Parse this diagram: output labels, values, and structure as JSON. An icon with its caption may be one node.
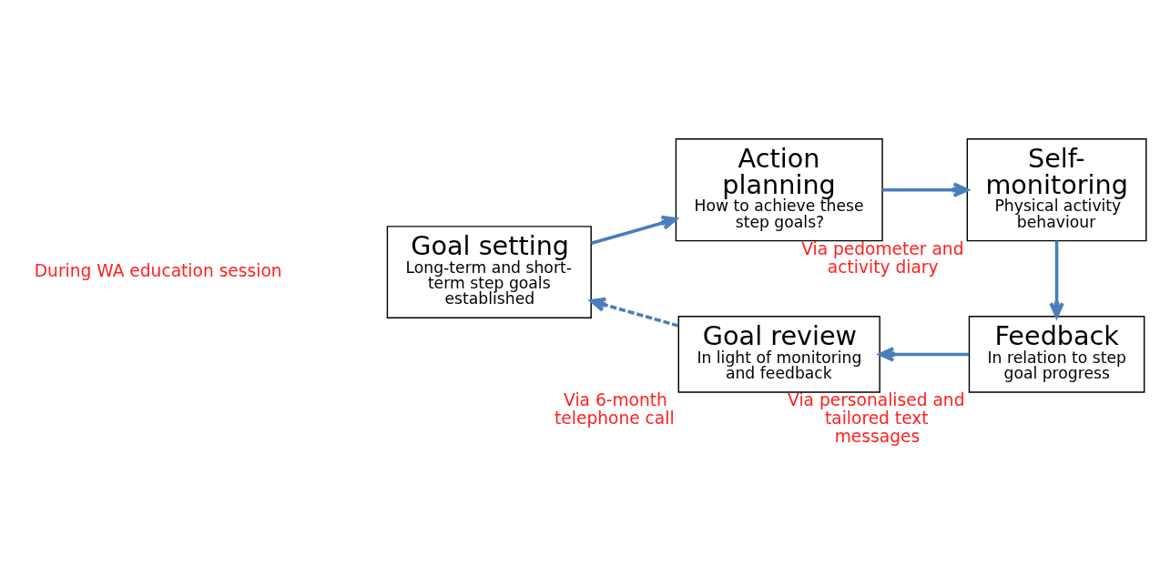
{
  "diagram": {
    "nodes": [
      {
        "text": [
          "Goal setting",
          "Long-term and short-term step goals established"
        ]
      },
      {
        "text": [
          "Action planning",
          "How to achieve these step goals?"
        ]
      },
      {
        "text": [
          "Self-monitoring",
          "Physical activity behaviour"
        ],
        "beside": [
          "Via pedometer and activity diary"
        ]
      },
      {
        "text": [
          "Feedback",
          "In relation to step goal progress"
        ],
        "beside": [
          "Via personalised and tailored text messages"
        ]
      },
      {
        "text": [
          "Goal review",
          "In light of monitoring and feedback"
        ],
        "beside": [
          "Via 6-month telephone call"
        ]
      }
    ],
    "edges": [
      {
        "from": 0,
        "to": 1,
        "arrow": "to"
      },
      {
        "from": 1,
        "to": 2,
        "arrow": "to"
      },
      {
        "from": 2,
        "to": 3,
        "arrow": "to"
      },
      {
        "from": 3,
        "to": 4,
        "arrow": "to"
      },
      {
        "from": 4,
        "to": 0,
        "arrow": "to",
        "style": "dashed"
      }
    ],
    "labels": [
      "During WA education session"
    ]
  }
}
